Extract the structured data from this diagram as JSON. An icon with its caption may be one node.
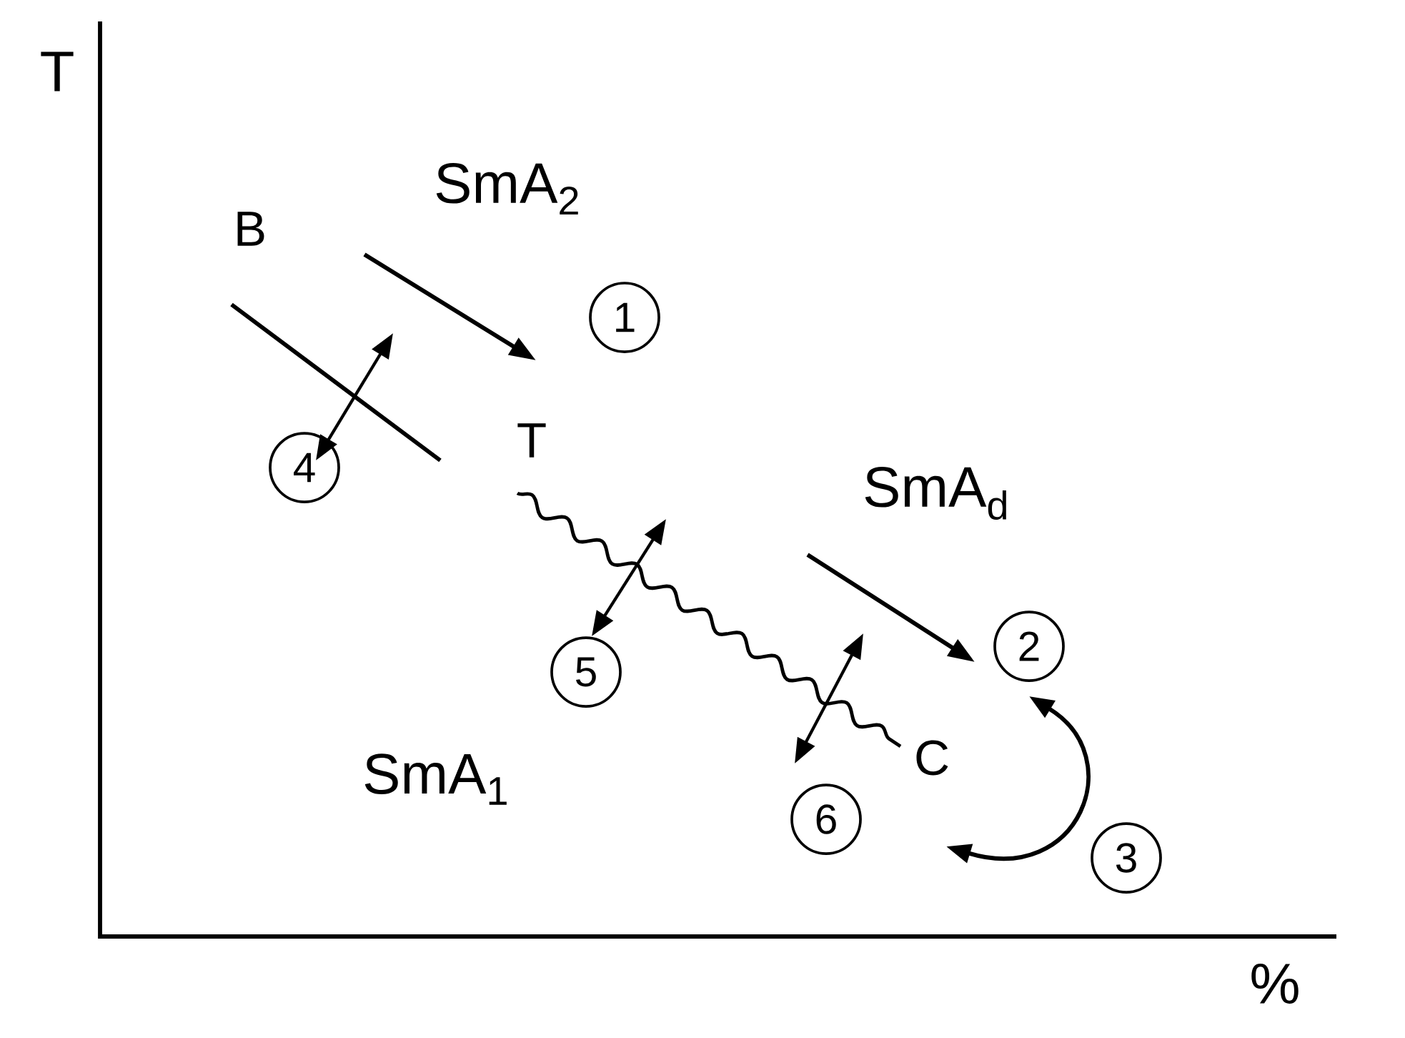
{
  "diagram": {
    "nodes": [
      {
        "text": [
          "1"
        ]
      },
      {
        "text": [
          "4"
        ]
      },
      {
        "text": [
          "2"
        ]
      },
      {
        "text": [
          "5"
        ]
      },
      {
        "text": [
          "6"
        ]
      },
      {
        "text": [
          "3"
        ]
      }
    ],
    "labels": [
      "T",
      "B",
      "SmA$_{2}$",
      "T",
      "SmA$_{d}$",
      "SmA$_{1}$",
      "C",
      "%"
    ]
  }
}
